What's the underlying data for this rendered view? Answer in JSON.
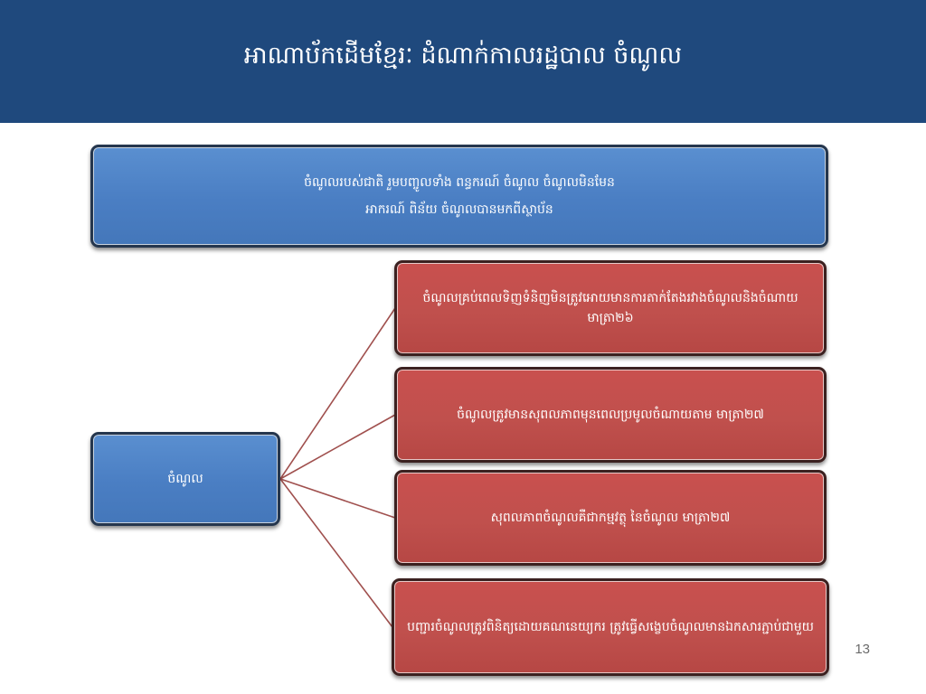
{
  "slide": {
    "title": "អាណាប័កដើមខ្មែរៈ ដំណាក់កាលរដ្ឋបាល ចំណូល",
    "page_number": "13"
  },
  "diagram": {
    "top_box": {
      "lines": [
        "ចំណូលរបស់ជាតិ រួមបញ្ចូលទាំង ពន្ធករណ៍ ចំណូល ចំណូលមិនមែន",
        "អាករណ៍ ពិន័យ ចំណូលបានមកពីស្ថាប័ន"
      ]
    },
    "root": {
      "label": "ចំណូល"
    },
    "children": [
      {
        "label": "ចំណូលគ្រប់ពេលទិញទំនិញមិនត្រូវអោយមានការតាក់តែងរវាងចំណូលនិងចំណាយមាត្រា២៦"
      },
      {
        "label": "ចំណូលត្រូវមានសុពលភាពមុនពេលប្រមូលចំណាយតាម មាត្រា២៧"
      },
      {
        "label": "សុពលភាពចំណូលគឺជាកម្មវត្ថុ នៃចំណូល មាត្រា២៧"
      },
      {
        "label": "បញ្ជារចំណូលត្រូវពិនិត្យដោយគណនេយ្យករ ត្រូវធ្វើសង្ខេបចំណូលមានឯកសារភ្ជាប់ជាមួយ"
      }
    ]
  },
  "colors": {
    "title_bar": "#1f497d",
    "blue_box": "#4f81bd",
    "red_box": "#c0504d",
    "connector": "#a0504e"
  }
}
